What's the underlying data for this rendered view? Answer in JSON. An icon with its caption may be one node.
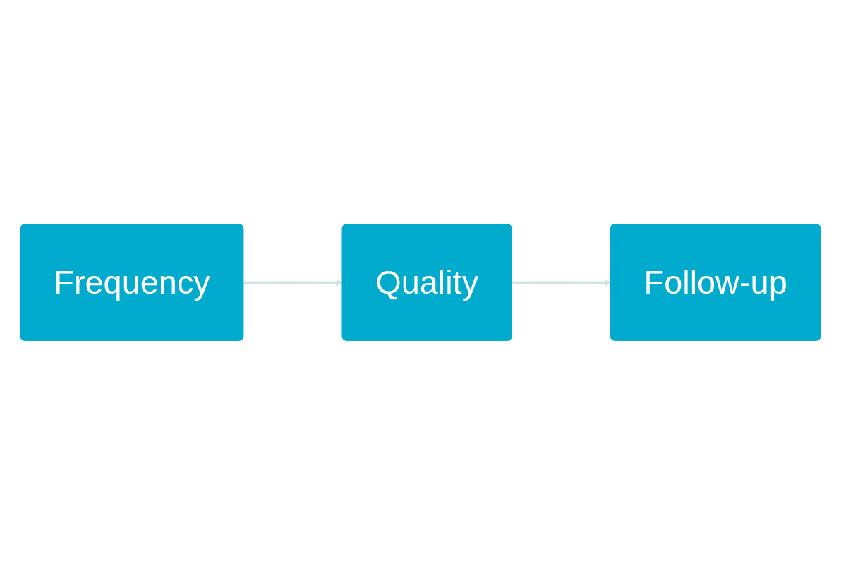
{
  "diagram": {
    "nodes": [
      {
        "text": [
          "Frequency"
        ]
      },
      {
        "text": [
          "Quality"
        ]
      },
      {
        "text": [
          "Follow-up"
        ]
      }
    ],
    "edges": [
      {
        "from": 0,
        "to": 1,
        "arrow": "to"
      },
      {
        "from": 1,
        "to": 2,
        "arrow": "to"
      }
    ]
  }
}
